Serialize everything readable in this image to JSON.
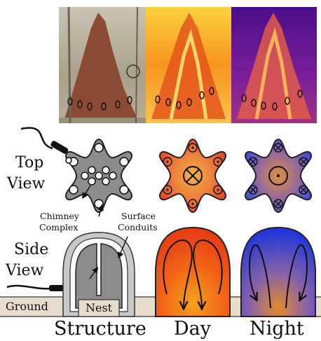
{
  "labels": {
    "top_view": [
      "Top",
      "View"
    ],
    "side_view": [
      "Side",
      "View"
    ],
    "chimney_complex": [
      "Chimney",
      "Complex"
    ],
    "surface_conduits": [
      "Surface",
      "Conduits"
    ],
    "ground": "Ground",
    "nest": "Nest"
  },
  "columns": [
    "Structure",
    "Day",
    "Night"
  ],
  "colors": {
    "mound_gray": "#8c8c8c",
    "ground_fill": "#e8dccb",
    "day_hot": "#f6a11b",
    "day_warm": "#ef3b10",
    "night_cool": "#2d44d8",
    "night_warm": "#d4803a",
    "photo_soil": "#8a4a34",
    "thermal_day": "#f7931e",
    "thermal_night": "#6e1f9a"
  },
  "icons": [
    "dot-icon",
    "cross-icon"
  ]
}
